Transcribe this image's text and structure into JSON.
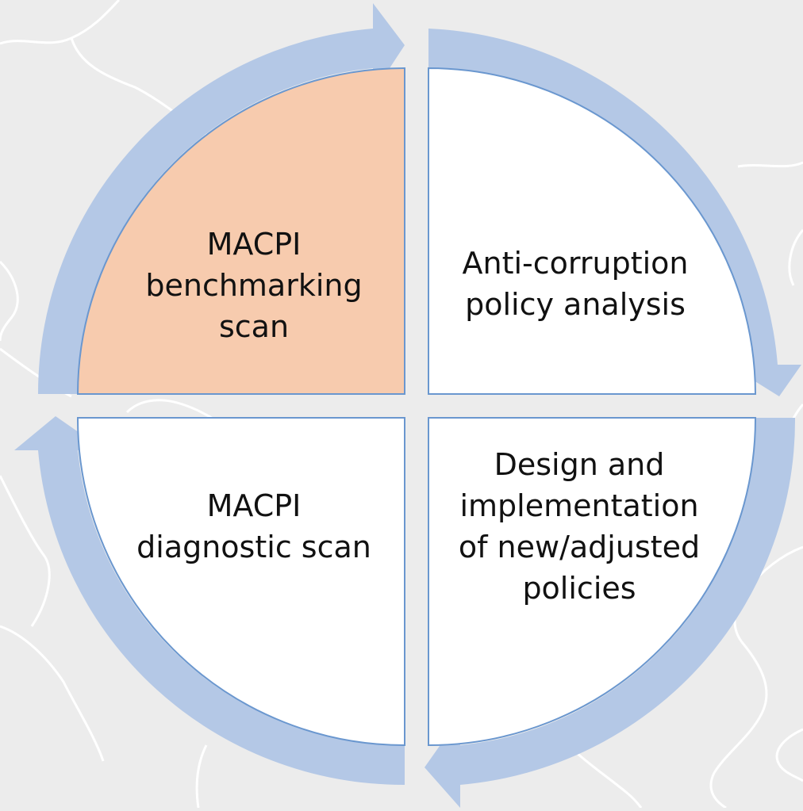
{
  "colors": {
    "background": "#ececec",
    "border_lines": "#ffffff",
    "arrow_ring": "#b4c8e6",
    "quadrant_edge": "#6a97cf",
    "quadrant_fill": "#ffffff",
    "highlight_fill": "#f7cbae",
    "text": "#111111"
  },
  "cycle": {
    "steps": [
      {
        "id": "benchmarking",
        "lines": [
          "MACPI",
          "benchmarking",
          "scan"
        ],
        "highlighted": true
      },
      {
        "id": "analysis",
        "lines": [
          "Anti-corruption",
          "policy analysis"
        ],
        "highlighted": false
      },
      {
        "id": "design",
        "lines": [
          "Design and",
          "implementation",
          "of new/adjusted",
          "policies"
        ],
        "highlighted": false
      },
      {
        "id": "diagnostic",
        "lines": [
          "MACPI",
          "diagnostic scan"
        ],
        "highlighted": false
      }
    ],
    "arrow_direction": "clockwise"
  }
}
